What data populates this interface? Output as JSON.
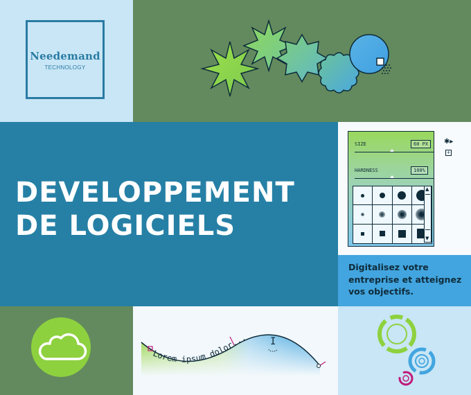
{
  "logo": {
    "name": "Needemand",
    "subtitle": "TECHNOLOGY"
  },
  "hero": {
    "title_line1": "DEVELOPPEMENT",
    "title_line2": "DE LOGICIELS"
  },
  "brush_panel": {
    "size_label": "SIZE",
    "size_value": "60 PX",
    "hardness_label": "HARDNESS",
    "hardness_value": "100%"
  },
  "tagline": {
    "line1": "Digitalisez votre",
    "line2": "entreprise et atteignez",
    "line3": "vos objectifs."
  },
  "curve_text": "Lorem ipsum dolor...",
  "colors": {
    "navy": "#0f2b3a",
    "teal_blue": "#2680a6",
    "light_blue": "#c8e6f6",
    "sky_blue": "#42a5df",
    "sage_green": "#628a5e",
    "lime_green": "#8ed13f",
    "magenta": "#c2187a"
  },
  "icons": [
    "star-icon",
    "badge-icon",
    "circle-icon",
    "gear-icon",
    "plus-icon",
    "cloud-icon",
    "text-cursor-icon",
    "ring-icon"
  ]
}
